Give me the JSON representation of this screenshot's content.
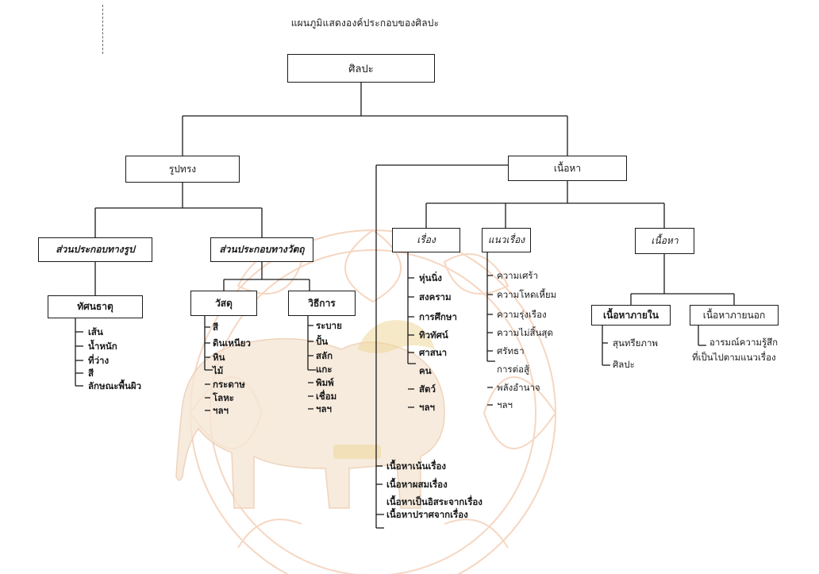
{
  "title": "แผนภูมิแสดงองค์ประกอบของศิลปะ",
  "root": "ศิลปะ",
  "form": {
    "label": "รูปทรง",
    "visual": {
      "label": "ส่วนประกอบทางรูป",
      "elements": {
        "label": "ทัศนธาตุ",
        "items": [
          "เส้น",
          "น้ำหนัก",
          "ที่ว่าง",
          "สี",
          "ลักษณะพื้นผิว"
        ]
      }
    },
    "material": {
      "label": "ส่วนประกอบทางวัตถุ",
      "media": {
        "label": "วัสดุ",
        "items": [
          "สี",
          "ดินเหนียว",
          "หิน",
          "ไม้",
          "กระดาษ",
          "โลหะ",
          "ฯลฯ"
        ]
      },
      "technique": {
        "label": "วิธีการ",
        "items": [
          "ระบาย",
          "ปั้น",
          "สลัก",
          "แกะ",
          "พิมพ์",
          "เชื่อม",
          "ฯลฯ"
        ]
      }
    }
  },
  "content": {
    "label": "เนื้อหา",
    "subject": {
      "label": "เรื่อง",
      "items": [
        "หุ่นนิ่ง",
        "สงคราม",
        "การศึกษา",
        "ทิวทัศน์",
        "ศาสนา",
        "คน",
        "สัตว์",
        "ฯลฯ"
      ]
    },
    "theme": {
      "label": "แนวเรื่อง",
      "items": [
        "ความเศร้า",
        "ความโหดเหี้ยม",
        "ความรุ่งเรือง",
        "ความไม่สิ้นสุด",
        "ศรัทธา",
        "การต่อสู้",
        "พลังอำนาจ",
        "ฯลฯ"
      ]
    },
    "meaning": {
      "label": "เนื้อหา",
      "inner": {
        "label": "เนื้อหาภายใน",
        "items": [
          "สุนทรียภาพ",
          "ศิลปะ"
        ]
      },
      "outer": {
        "label": "เนื้อหาภายนอก",
        "items": [
          "อารมณ์ความรู้สึก",
          "ที่เป็นไปตามแนวเรื่อง"
        ]
      }
    },
    "relations": [
      "เนื้อหาเน้นเรื่อง",
      "เนื้อหาผสมเรื่อง",
      "เนื้อหาเป็นอิสระจากเรื่อง",
      "เนื้อหาปราศจากเรื่อง"
    ]
  },
  "colors": {
    "line": "#1a1a1a",
    "watermark": "#f3c9ad",
    "watermark_gold": "#efd79a"
  }
}
